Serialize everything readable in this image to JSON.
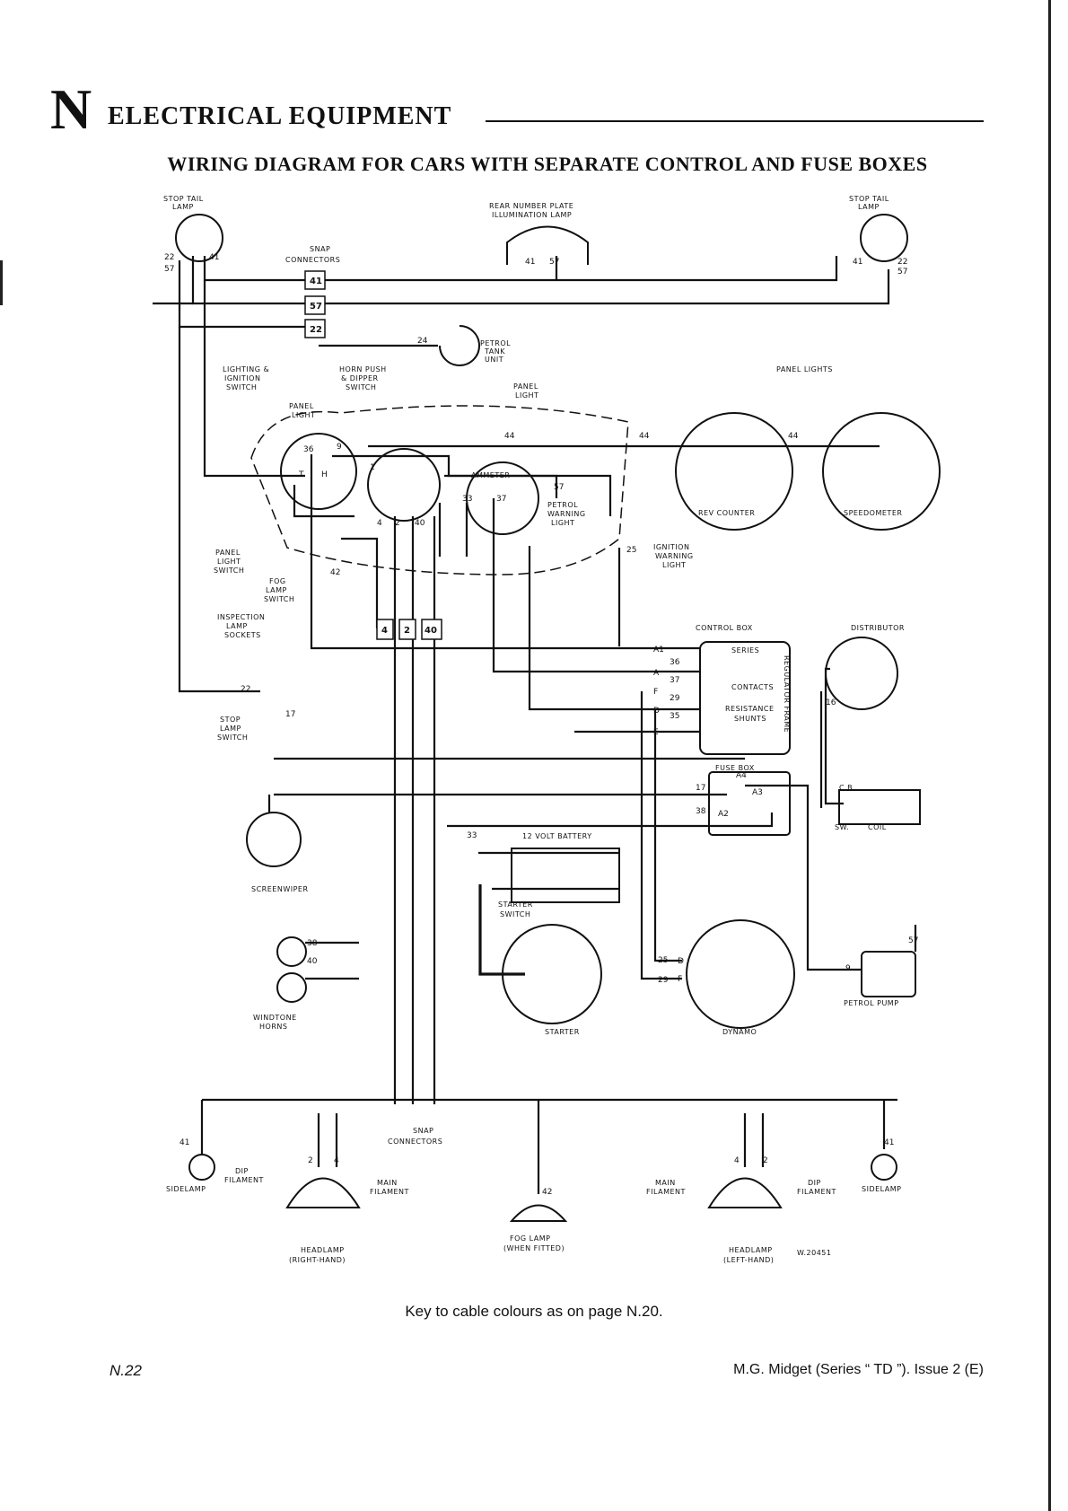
{
  "header": {
    "section_letter": "N",
    "section_title": "ELECTRICAL EQUIPMENT"
  },
  "page_subtitle": "WIRING DIAGRAM FOR CARS WITH SEPARATE CONTROL AND FUSE BOXES",
  "labels": {
    "stop_tail_lamp_left": [
      "STOP TAIL",
      "LAMP"
    ],
    "stop_tail_lamp_right": [
      "STOP TAIL",
      "LAMP"
    ],
    "rear_number_plate": [
      "REAR NUMBER PLATE",
      "ILLUMINATION LAMP"
    ],
    "snap_connectors_top": [
      "SNAP",
      "CONNECTORS"
    ],
    "petrol_tank_unit": [
      "PETROL",
      "TANK",
      "UNIT"
    ],
    "lighting_ignition_switch": [
      "LIGHTING &",
      "IGNITION",
      "SWITCH"
    ],
    "horn_push_dipper": [
      "HORN PUSH",
      "& DIPPER",
      "SWITCH"
    ],
    "panel_light_a": [
      "PANEL",
      "LIGHT"
    ],
    "panel_light_b": [
      "PANEL",
      "LIGHT"
    ],
    "panel_lights": "PANEL LIGHTS",
    "ammeter": "AMMETER",
    "petrol_warning_light": [
      "PETROL",
      "WARNING",
      "LIGHT"
    ],
    "rev_counter": "REV COUNTER",
    "speedometer": "SPEEDOMETER",
    "ignition_warning_light": [
      "IGNITION",
      "WARNING",
      "LIGHT"
    ],
    "panel_light_switch": [
      "PANEL",
      "LIGHT",
      "SWITCH"
    ],
    "fog_lamp_switch": [
      "FOG",
      "LAMP",
      "SWITCH"
    ],
    "inspection_lamp_sockets": [
      "INSPECTION",
      "LAMP",
      "SOCKETS"
    ],
    "control_box": "CONTROL BOX",
    "distributor": "DISTRIBUTOR",
    "series": "SERIES",
    "contacts": "CONTACTS",
    "resistance": "RESISTANCE",
    "shunts": "SHUNTS",
    "regulator_frame": "REGULATOR FRAME",
    "stop_lamp_switch": [
      "STOP",
      "LAMP",
      "SWITCH"
    ],
    "fuse_box": "FUSE BOX",
    "cb": "C.B.",
    "sw": "SW.",
    "coil": "COIL",
    "screenwiper": "SCREENWIPER",
    "battery": "12 VOLT BATTERY",
    "starter_switch": [
      "STARTER",
      "SWITCH"
    ],
    "windtone_horns": [
      "WINDTONE",
      "HORNS"
    ],
    "starter": "STARTER",
    "dynamo": "DYNAMO",
    "petrol_pump": "PETROL PUMP",
    "snap_connectors_bottom": [
      "SNAP",
      "CONNECTORS"
    ],
    "sidelamp_left": "SIDELAMP",
    "sidelamp_right": "SIDELAMP",
    "dip_filament_left": [
      "DIP",
      "FILAMENT"
    ],
    "main_filament_left": [
      "MAIN",
      "FILAMENT"
    ],
    "main_filament_right": [
      "MAIN",
      "FILAMENT"
    ],
    "dip_filament_right": [
      "DIP",
      "FILAMENT"
    ],
    "headlamp_right": [
      "HEADLAMP",
      "(RIGHT-HAND)"
    ],
    "headlamp_left": [
      "HEADLAMP",
      "(LEFT-HAND)"
    ],
    "fog_lamp": [
      "FOG LAMP",
      "(WHEN FITTED)"
    ],
    "drawing_ref": "W.20451"
  },
  "terminals": {
    "A1": "A1",
    "A": "A",
    "F": "F",
    "D": "D",
    "E": "E",
    "A4": "A4",
    "A3": "A3",
    "A2": "A2",
    "T": "T",
    "H": "H",
    "DYN_D": "D",
    "DYN_F": "F"
  },
  "cable_numbers": {
    "n41": "41",
    "n57": "57",
    "n22": "22",
    "n24": "24",
    "n44": "44",
    "n36": "36",
    "n9": "9",
    "n1": "1",
    "n4": "4",
    "n2": "2",
    "n40": "40",
    "n33": "33",
    "n37": "37",
    "n42": "42",
    "n25": "25",
    "n29": "29",
    "n35": "35",
    "n17": "17",
    "n16": "16",
    "n38": "38"
  },
  "caption": "Key to cable colours as on page N.20.",
  "footer": {
    "page_no": "N.22",
    "manual": "M.G. Midget (Series “ TD ”).  Issue 2 (E)"
  }
}
